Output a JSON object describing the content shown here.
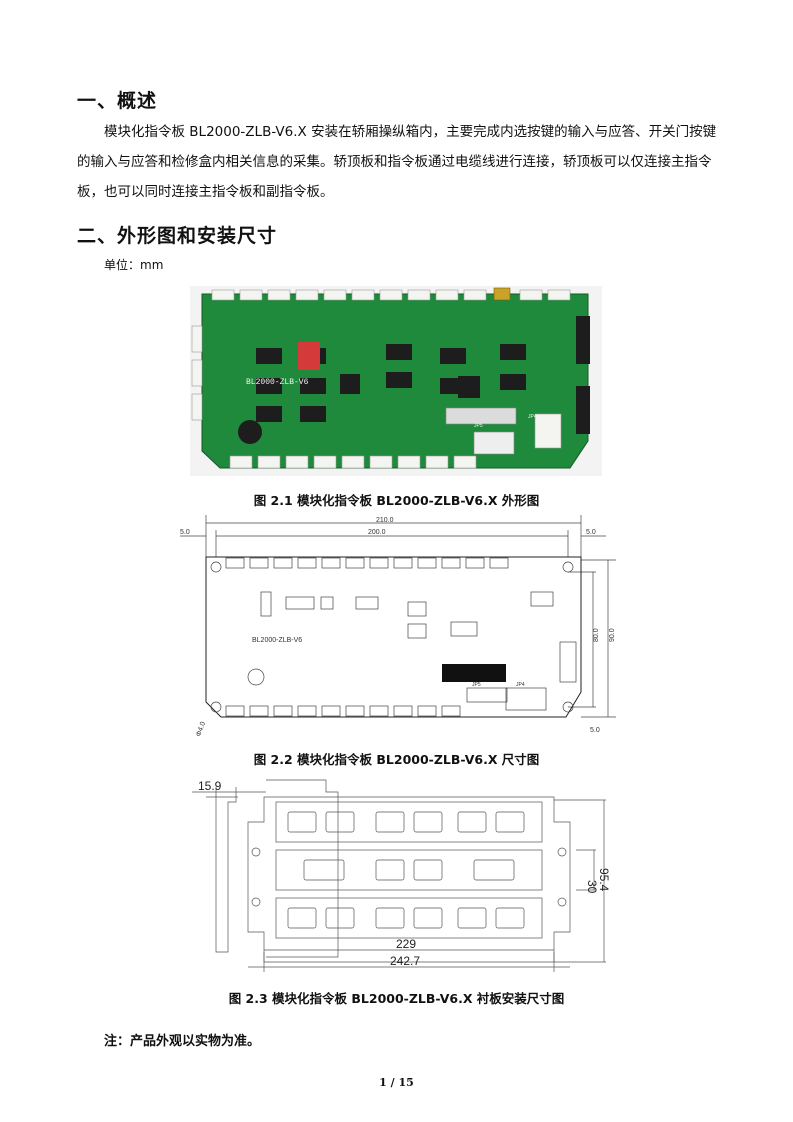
{
  "sections": [
    {
      "heading": "一、概述",
      "body": "模块化指令板 BL2000-ZLB-V6.X 安装在轿厢操纵箱内，主要完成内选按键的输入与应答、开关门按键的输入与应答和检修盒内相关信息的采集。轿顶板和指令板通过电缆线进行连接，轿顶板可以仅连接主指令板，也可以同时连接主指令板和副指令板。"
    },
    {
      "heading": "二、外形图和安装尺寸",
      "unit": "单位：mm"
    }
  ],
  "figures": [
    {
      "caption": "图 2.1  模块化指令板 BL2000-ZLB-V6.X 外形图",
      "board_silk": "BL2000-ZLB-V6",
      "connector_labels": [
        "JP5",
        "JP4"
      ]
    },
    {
      "caption": "图 2.2  模块化指令板 BL2000-ZLB-V6.X 尺寸图",
      "dims": [
        "210.0",
        "200.0",
        "5.0",
        "5.0",
        "80.0",
        "90.0",
        "5.0",
        "Φ4.0"
      ],
      "board_silk": "BL2000-ZLB-V6",
      "connector_labels": [
        "JP5",
        "JP4"
      ]
    },
    {
      "caption": "图 2.3  模块化指令板 BL2000-ZLB-V6.X 衬板安装尺寸图",
      "dims": [
        "15.9",
        "229",
        "242.7",
        "30",
        "95.4"
      ]
    }
  ],
  "note": "注：产品外观以实物为准。",
  "page": "1 / 15"
}
